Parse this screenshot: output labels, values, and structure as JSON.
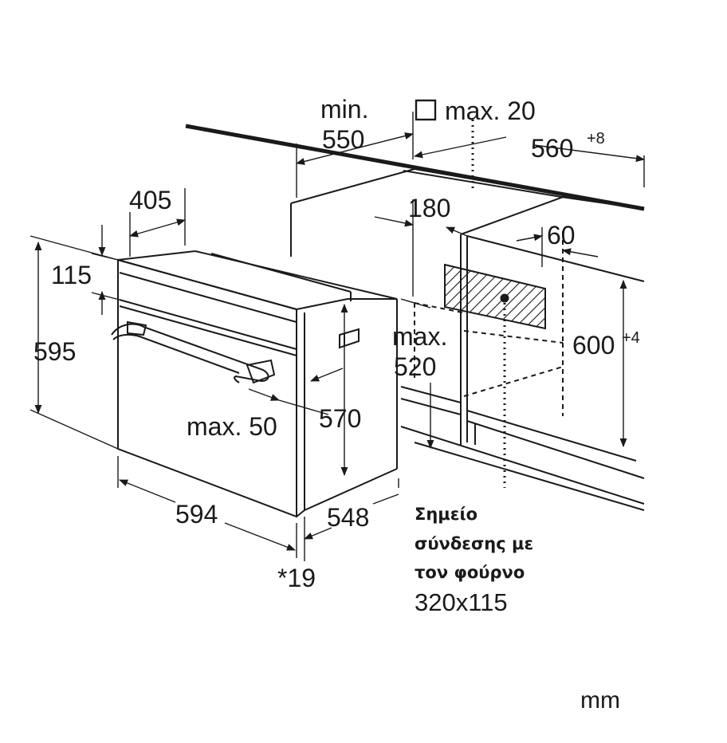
{
  "dimensions": {
    "min_label": "min.",
    "min_value": "550",
    "max20": "max. 20",
    "cutout_width": "560",
    "cutout_width_tol": "+8",
    "depth_405": "405",
    "d180": "180",
    "d60": "60",
    "d115": "115",
    "d595": "595",
    "cutout_height": "600",
    "cutout_height_tol": "+4",
    "max_label": "max.",
    "max520": "520",
    "max50": "max. 50",
    "d570": "570",
    "d594": "594",
    "d548": "548",
    "d19": "*19"
  },
  "connection_note": {
    "line1": "Σημείο",
    "line2": "σύνδεσης με",
    "line3": "τον φούρνο",
    "size": "320x115"
  },
  "unit": "mm"
}
